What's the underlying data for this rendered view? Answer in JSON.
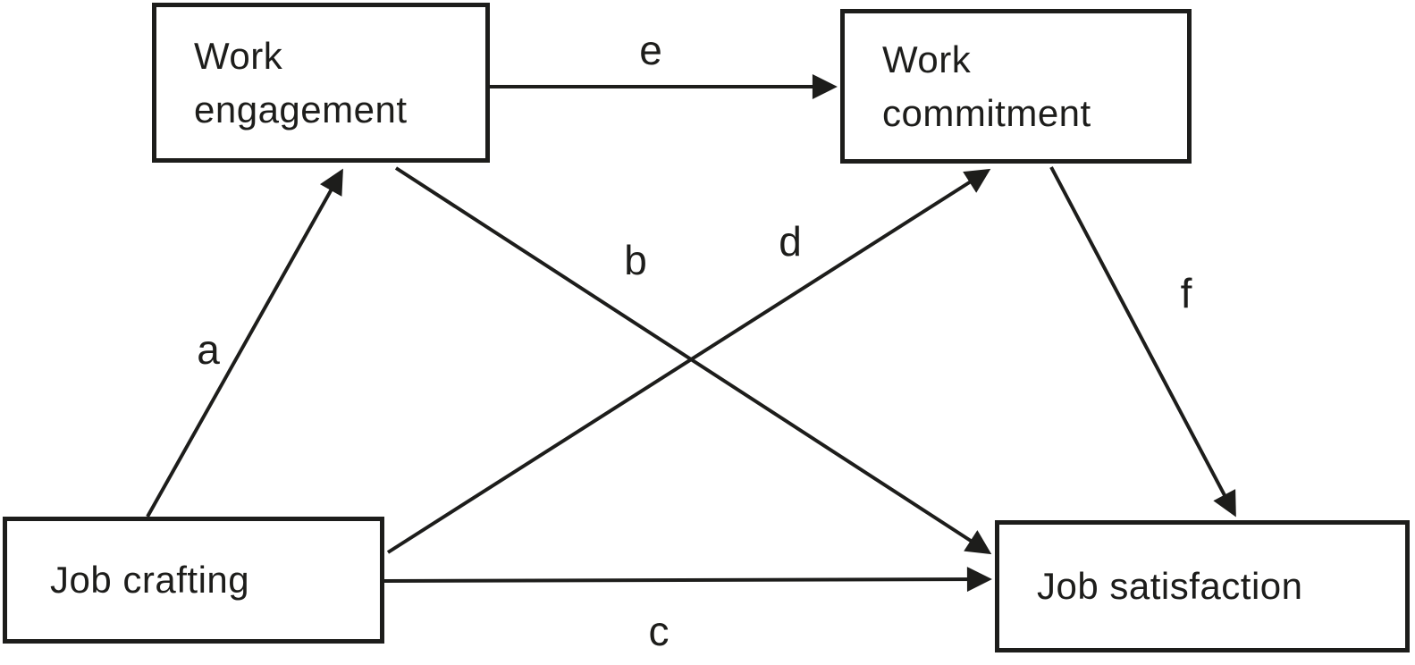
{
  "diagram": {
    "type": "path-model",
    "background_color": "#ffffff",
    "line_color": "#1d1d1b",
    "text_color": "#1d1d1b",
    "nodes": [
      {
        "id": "work-engagement",
        "label": "Work engagement"
      },
      {
        "id": "work-commitment",
        "label": "Work commitment"
      },
      {
        "id": "job-crafting",
        "label": "Job crafting"
      },
      {
        "id": "job-satisfaction",
        "label": "Job satisfaction"
      }
    ],
    "edges": [
      {
        "label": "a",
        "from": "Job crafting",
        "to": "Work engagement"
      },
      {
        "label": "b",
        "from": "Work engagement",
        "to": "Job satisfaction"
      },
      {
        "label": "c",
        "from": "Job crafting",
        "to": "Job satisfaction"
      },
      {
        "label": "d",
        "from": "Job crafting",
        "to": "Work commitment"
      },
      {
        "label": "e",
        "from": "Work engagement",
        "to": "Work commitment"
      },
      {
        "label": "f",
        "from": "Work commitment",
        "to": "Job satisfaction"
      }
    ]
  }
}
